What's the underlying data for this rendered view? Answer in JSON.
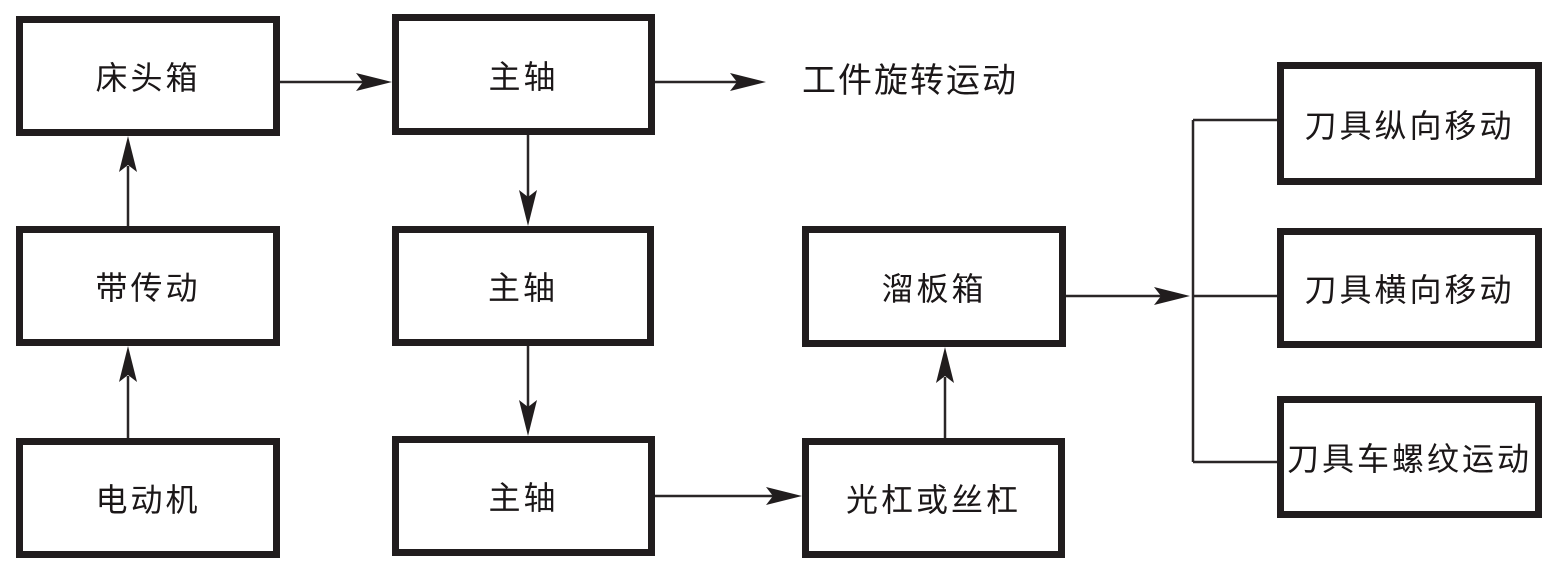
{
  "diagram": {
    "background_color": "#ffffff",
    "box_border_color": "#211d1e",
    "line_color": "#2a2627",
    "text_color": "#1b1718",
    "nodes": [
      {
        "id": "headstock",
        "label": "床头箱"
      },
      {
        "id": "belt-drive",
        "label": "带传动"
      },
      {
        "id": "motor",
        "label": "电动机"
      },
      {
        "id": "spindle-1",
        "label": "主轴"
      },
      {
        "id": "spindle-2",
        "label": "主轴"
      },
      {
        "id": "spindle-3",
        "label": "主轴"
      },
      {
        "id": "apron-box",
        "label": "溜板箱"
      },
      {
        "id": "feed-rod-or-leadscrew",
        "label": "光杠或丝杠"
      },
      {
        "id": "tool-longitudinal-move",
        "label": "刀具纵向移动"
      },
      {
        "id": "tool-transverse-move",
        "label": "刀具横向移动"
      },
      {
        "id": "tool-threading-move",
        "label": "刀具车螺纹运动"
      }
    ],
    "labels": {
      "workpiece_rotation": "工件旋转运动"
    },
    "edges": [
      {
        "from": "电动机",
        "to": "带传动",
        "arrow": "up"
      },
      {
        "from": "带传动",
        "to": "床头箱",
        "arrow": "up"
      },
      {
        "from": "床头箱",
        "to": "主轴 (上)",
        "arrow": "right"
      },
      {
        "from": "主轴 (上)",
        "to": "工件旋转运动",
        "arrow": "right"
      },
      {
        "from": "主轴 (上)",
        "to": "主轴 (中)",
        "arrow": "down"
      },
      {
        "from": "主轴 (中)",
        "to": "主轴 (下)",
        "arrow": "down"
      },
      {
        "from": "主轴 (下)",
        "to": "光杠或丝杠",
        "arrow": "right"
      },
      {
        "from": "光杠或丝杠",
        "to": "溜板箱",
        "arrow": "up"
      },
      {
        "from": "溜板箱",
        "to": "刀具纵向移动 / 刀具横向移动 / 刀具车螺纹运动",
        "arrow": "right-branch"
      }
    ]
  }
}
